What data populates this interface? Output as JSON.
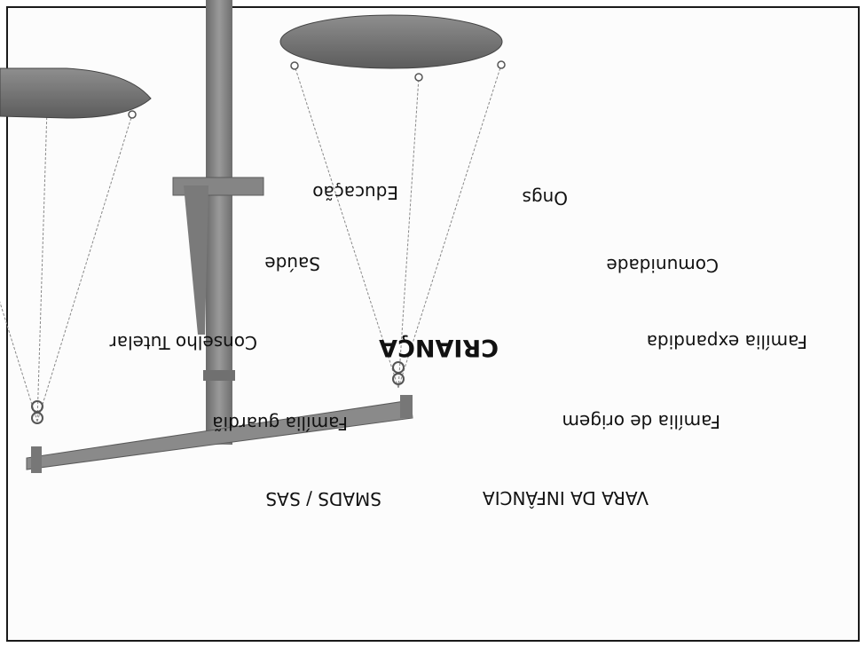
{
  "diagram": {
    "center_label": "CRIANÇA",
    "labels": {
      "familia_guardia": "Família guardiã",
      "conselho_tutelar": "Conselho Tutelar",
      "saude": "Saúde",
      "educacao": "Educação",
      "ongs": "Ongs",
      "comunidade": "Comunidade",
      "familia_expandida": "Família expandida",
      "familia_origem": "Família de origem",
      "smads_sas": "SMADS / SAS",
      "vara_infancia": "VARA DA INFÂNCIA"
    }
  },
  "colors": {
    "scale_gray": "#808080",
    "scale_dark": "#5a5a5a",
    "frame": "#1a1a1a",
    "text": "#111111"
  }
}
